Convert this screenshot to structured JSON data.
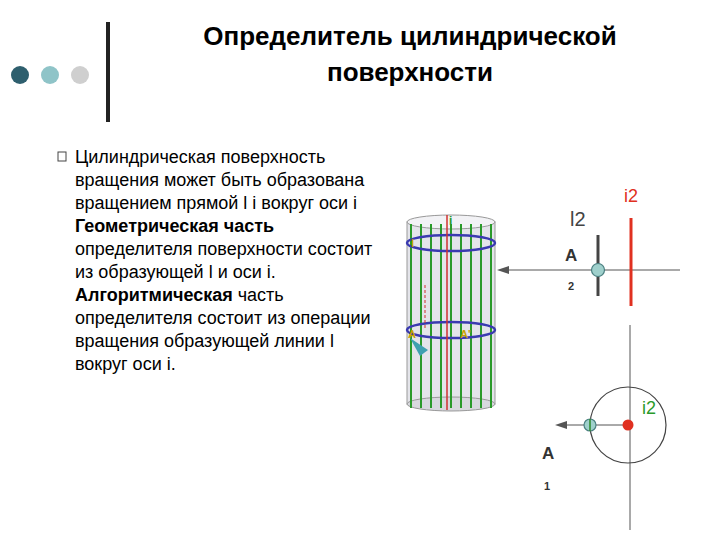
{
  "diagram": {
    "title": "Определитель цилиндрической поверхности",
    "labels": [
      "Цилиндрическая поверхность вращения может быть образована вращением прямой l  i вокруг оси i",
      "Геометрическая часть",
      "определителя поверхности состоит из образующей  l и оси i.",
      "Алгоритмическая",
      "часть определителя состоит из операции вращения образующей линии l  вокруг оси i.",
      "i",
      "l",
      "A",
      "A'",
      "i2",
      "l2",
      "A",
      "2",
      "i2",
      "A",
      "1"
    ]
  }
}
